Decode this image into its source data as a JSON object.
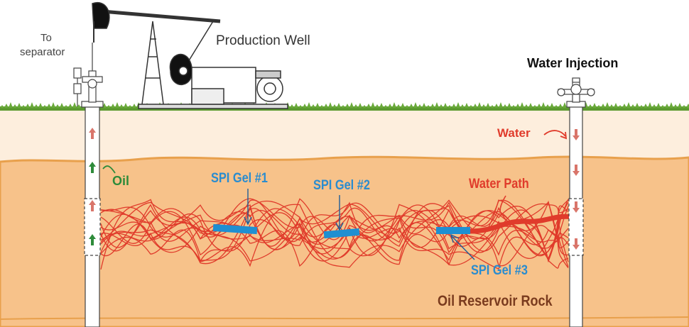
{
  "labels": {
    "to_separator_line1": "To",
    "to_separator_line2": "separator",
    "production_well": "Production Well",
    "water_injection": "Water Injection",
    "water": "Water",
    "oil": "Oil",
    "spi_gel_1": "SPI Gel #1",
    "spi_gel_2": "SPI Gel #2",
    "spi_gel_3": "SPI Gel #3",
    "water_path": "Water Path",
    "oil_reservoir_rock": "Oil Reservoir Rock"
  },
  "colors": {
    "reservoir": "#f7c28a",
    "reservoir_edge": "#e8a04c",
    "overburden": "#fdeedd",
    "grass": "#6aaa3a",
    "water_path": "#e03b2b",
    "gel": "#1f8fd1",
    "oil_arrow": "#2e8b3a",
    "water_arrow": "#d9756a",
    "gel_label": "#2a8ccf",
    "water_label": "#e03b2b",
    "oil_label": "#2e8b3a",
    "rock_label": "#7a3b1e"
  },
  "icons": [
    "pump-jack-icon",
    "wellhead-valve-icon",
    "injection-wellhead-icon",
    "flow-arrow-icon"
  ]
}
